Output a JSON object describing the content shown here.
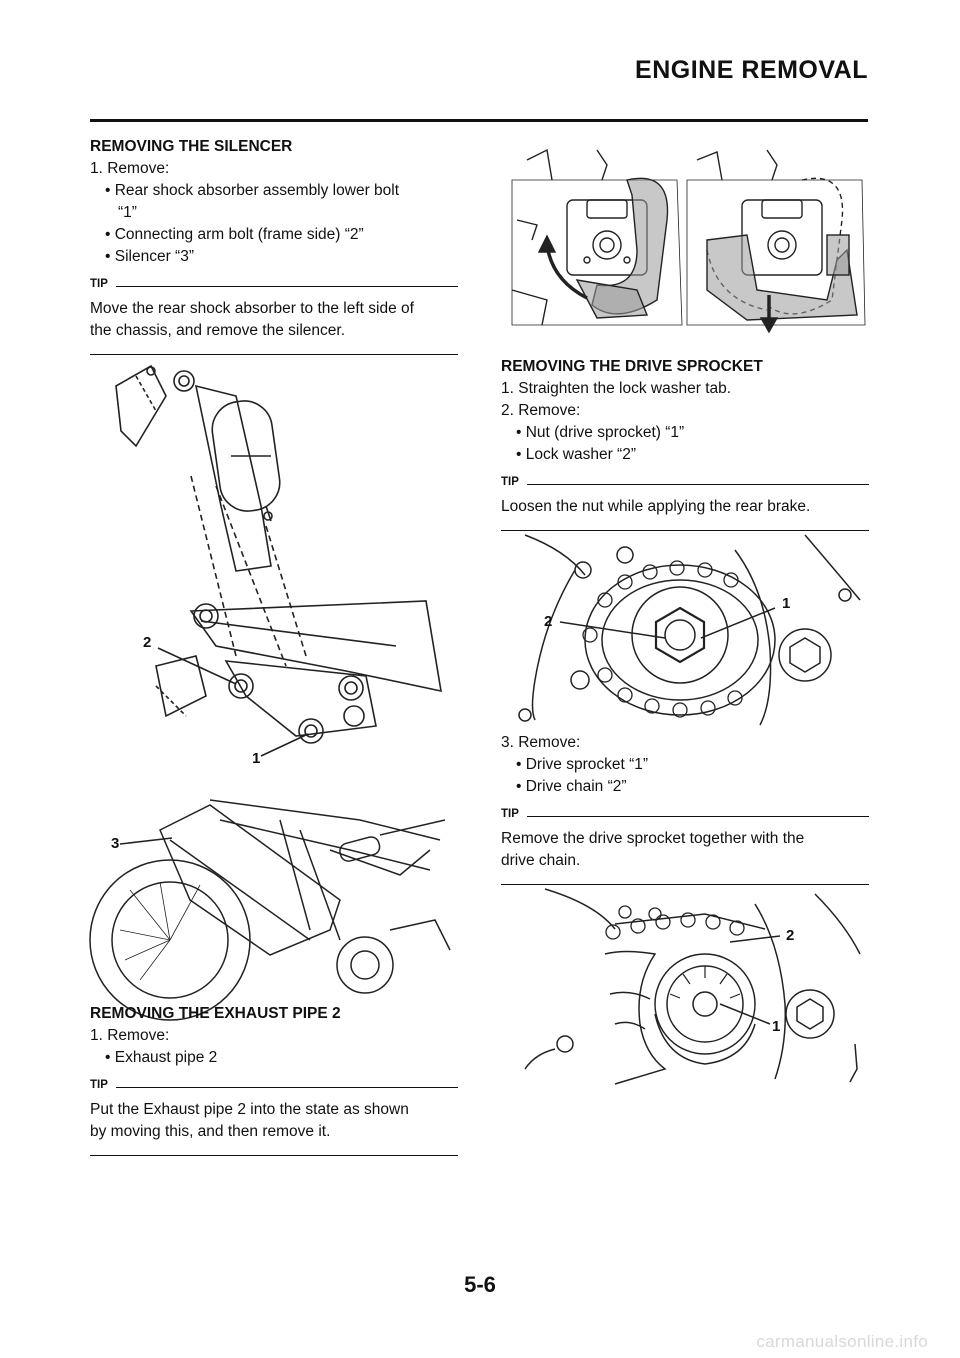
{
  "header": {
    "title": "ENGINE REMOVAL"
  },
  "left": {
    "silencer": {
      "heading": "REMOVING THE SILENCER",
      "step1": "1.  Remove:",
      "items": [
        "• Rear shock absorber assembly lower bolt",
        "“1”",
        "• Connecting arm bolt (frame side) “2”",
        "• Silencer “3”"
      ],
      "tip_label": "TIP",
      "tip_lines": [
        "Move the rear shock absorber to the left side of",
        "the chassis, and remove the silencer."
      ],
      "fig1_callouts": [
        "2",
        "1"
      ],
      "fig2_callouts": [
        "3"
      ]
    },
    "exhaust": {
      "heading": "REMOVING THE EXHAUST PIPE 2",
      "step1": "1.  Remove:",
      "items": [
        "• Exhaust pipe 2"
      ],
      "tip_label": "TIP",
      "tip_lines": [
        "Put the Exhaust pipe 2 into the state as shown",
        "by moving this, and then remove it."
      ]
    }
  },
  "right": {
    "sprocket": {
      "heading": "REMOVING THE DRIVE SPROCKET",
      "step1": "1.  Straighten the lock washer tab.",
      "step2": "2.  Remove:",
      "items": [
        "• Nut (drive sprocket) “1”",
        "• Lock washer “2”"
      ],
      "tip_label": "TIP",
      "tip_lines": [
        "Loosen the nut while applying the rear brake."
      ],
      "fig_callouts": [
        "1",
        "2"
      ],
      "step3": "3.  Remove:",
      "items3": [
        "• Drive sprocket “1”",
        "• Drive chain “2”"
      ],
      "tip2_label": "TIP",
      "tip2_lines": [
        "Remove the drive sprocket together with the",
        "drive chain."
      ],
      "fig2_callouts": [
        "2",
        "1"
      ]
    }
  },
  "footer": {
    "page_number": "5-6",
    "watermark": "carmanualsonline.info"
  }
}
